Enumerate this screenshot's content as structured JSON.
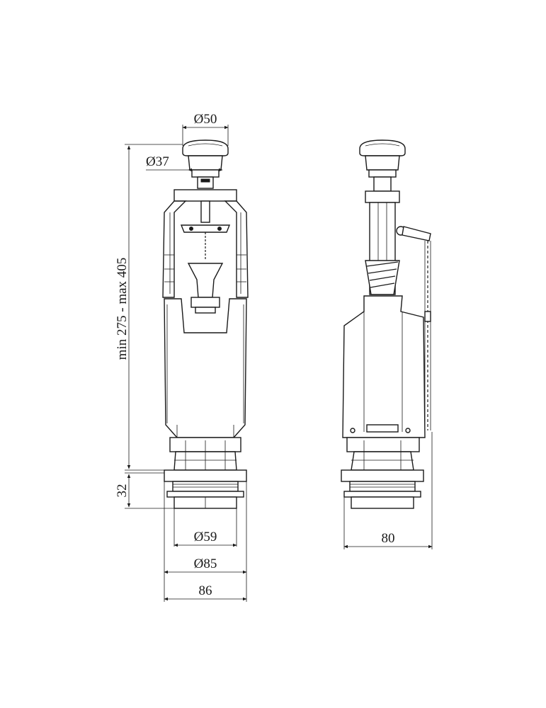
{
  "dimensions": {
    "d50": "Ø50",
    "d37": "Ø37",
    "height_range": "min 275 - max 405",
    "h32": "32",
    "d59": "Ø59",
    "d85": "Ø85",
    "w86": "86",
    "w80": "80"
  }
}
